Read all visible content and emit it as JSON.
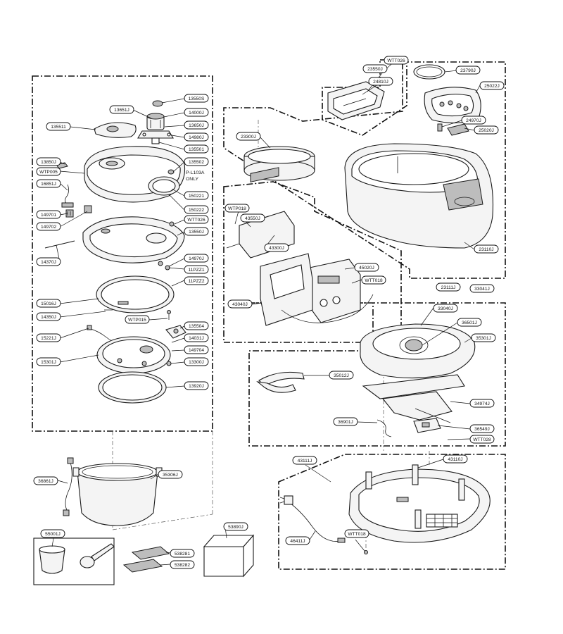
{
  "diagram": {
    "callouts": {
      "c13550S": "13550S",
      "c13651J": "13651J",
      "c14000J": "14000J",
      "c135511": "135511",
      "c13650J": "13650J",
      "c14980J": "14980J",
      "c135501": "135501",
      "c135502": "135502",
      "c13850J": "13850J",
      "cWTP005": "WTP005",
      "c16851J": "16851J",
      "c150221": "150221",
      "c150222": "150222",
      "cWTT026a": "WTT026",
      "c149701": "149701",
      "c149702": "149702",
      "c13550J": "13550J",
      "c14370J": "14370J",
      "c14970J": "14970J",
      "c11PZZ1": "11PZZ1",
      "c11PZZ2": "11PZZ2",
      "c15016J": "15016J",
      "c14350J": "14350J",
      "cWTP015": "WTP015",
      "c135504": "135504",
      "c15221J": "15221J",
      "c14031J": "14031J",
      "c149704": "149704",
      "c15301J": "15301J",
      "c13300J": "13300J",
      "c13920J": "13920J",
      "cWTT026b": "WTT026",
      "c23550J": "23550J",
      "c24810J": "24810J",
      "c23790J": "23790J",
      "c25022J": "25022J",
      "c23300J": "23300J",
      "c24970J": "24970J",
      "c25020J": "25020J",
      "c23110J": "23110J",
      "cWTP018": "WTP018",
      "c43550J": "43550J",
      "c43300J": "43300J",
      "c45020J": "45020J",
      "cWTT018a": "WTT018",
      "c43040J": "43040J",
      "c23111J": "23111J",
      "c33041J": "33041J",
      "c33040J": "33040J",
      "c36501J": "36501J",
      "c35301J": "35301J",
      "c35012J": "35012J",
      "c34974J": "34974J",
      "c36901J": "36901J",
      "c36549J": "36549J",
      "cWTT028": "WTT028",
      "c36861J": "36861J",
      "c35306J": "35306J",
      "c43111J": "43111J",
      "c43110J": "43110J",
      "c46411J": "46411J",
      "cWTT018b": "WTT018",
      "c55001J": "55001J",
      "c53890J": "53890J",
      "c538281": "538281",
      "c538282": "538282"
    },
    "note_line1": "P-L103A",
    "note_line2": "ONLY"
  }
}
